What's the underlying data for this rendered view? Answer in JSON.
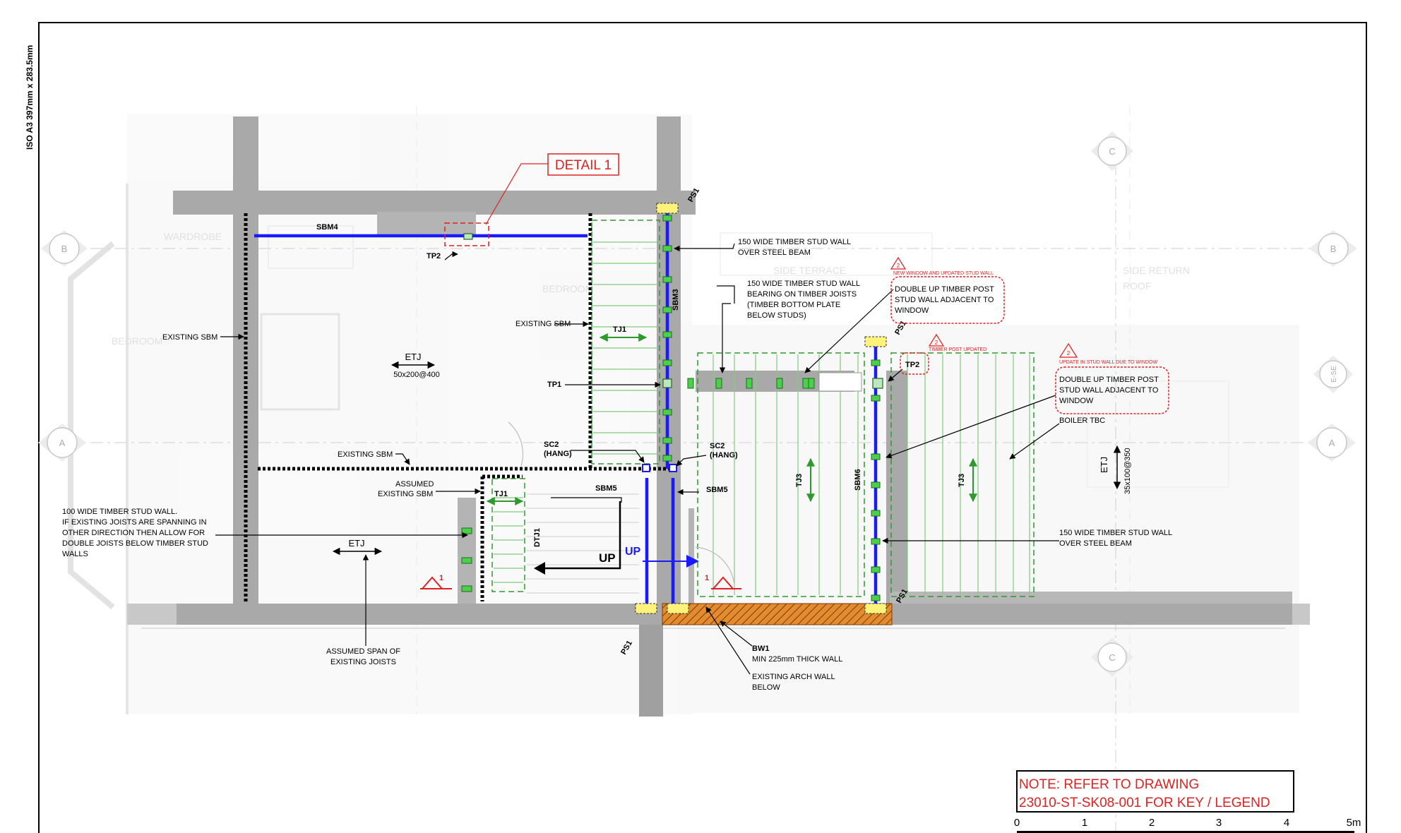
{
  "sheet": {
    "size_label": "ISO A3 397mm x 283.5mm"
  },
  "detail": {
    "label": "DETAIL 1"
  },
  "grids": {
    "a": "A",
    "b": "B",
    "c": "C",
    "e_se": "E-SE"
  },
  "faded_rooms": {
    "wardrobe": "WARDROBE",
    "bedroom_1": "BEDROOM",
    "bedroom_2": "BEDROOM",
    "side_terrace": "SIDE TERRACE",
    "side_return_roof_1": "SIDE RETURN",
    "side_return_roof_2": "ROOF"
  },
  "members": {
    "sbm3": "SBM3",
    "sbm4": "SBM4",
    "sbm5_left": "SBM5",
    "sbm5_right": "SBM5",
    "sbm6": "SBM6",
    "tj1_top": "TJ1",
    "tj1_stair": "TJ1",
    "dtj1": "DTJ1",
    "tj3_left": "TJ3",
    "tj3_right": "TJ3",
    "tp1": "TP1",
    "tp2_top": "TP2",
    "tp2_right": "TP2",
    "ps1_top": "PS1",
    "ps1_mid": "PS1",
    "ps1_bottom_left": "PS1",
    "ps1_bottom_right": "PS1",
    "etj_room": "ETJ",
    "etj_room_size": "50x200@400",
    "etj_lower": "ETJ",
    "etj_right": "ETJ",
    "etj_right_size": "35x100@350",
    "up_black": "UP",
    "up_blue": "UP",
    "section_mark_left": "1",
    "section_mark_right": "1"
  },
  "annotations": {
    "existing_sbm_left": "EXISTING SBM",
    "existing_sbm_mid": "EXISTING SBM",
    "existing_sbm_top": "EXISTING SBM",
    "tp1": "TP1",
    "sc2_left_1": "SC2",
    "sc2_left_2": "(HANG)",
    "sc2_right_1": "SC2",
    "sc2_right_2": "(HANG)",
    "assumed_sbm_1": "ASSUMED",
    "assumed_sbm_2": "EXISTING SBM",
    "stud_100_1": "100 WIDE TIMBER STUD WALL.",
    "stud_100_2": "IF EXISTING JOISTS ARE SPANNING IN",
    "stud_100_3": "OTHER DIRECTION THEN ALLOW FOR",
    "stud_100_4": "DOUBLE JOISTS BELOW TIMBER STUD",
    "stud_100_5": "WALLS",
    "assumed_span_1": "ASSUMED SPAN OF",
    "assumed_span_2": "EXISTING JOISTS",
    "stud_150_top_1": "150 WIDE TIMBER STUD WALL",
    "stud_150_top_2": "OVER STEEL BEAM",
    "stud_150_joists_1": "150 WIDE TIMBER STUD WALL",
    "stud_150_joists_2": "BEARING ON TIMBER JOISTS",
    "stud_150_joists_3": "(TIMBER BOTTOM PLATE",
    "stud_150_joists_4": "BELOW STUDS)",
    "rev_a_title": "NEW WINDOW AND UPDATED STUD WALL",
    "rev_a_1": "DOUBLE UP TIMBER POST",
    "rev_a_2": "STUD WALL ADJACENT TO",
    "rev_a_3": "WINDOW",
    "rev_b_title": "TIMBER POST UPDATED",
    "rev_c_title": "UPDATE IN STUD WALL DUE TO WINDOW",
    "rev_c_1": "DOUBLE UP TIMBER POST",
    "rev_c_2": "STUD WALL ADJACENT TO",
    "rev_c_3": "WINDOW",
    "rev_mark": "2",
    "boiler": "BOILER TBC",
    "stud_150_right_1": "150 WIDE TIMBER STUD WALL",
    "stud_150_right_2": "OVER STEEL BEAM",
    "bw1_1": "BW1",
    "bw1_2": "MIN 225mm THICK WALL",
    "arch_1": "EXISTING ARCH WALL",
    "arch_2": "BELOW"
  },
  "note": {
    "line1": "NOTE: REFER TO DRAWING",
    "line2": "23010-ST-SK08-001 FOR KEY / LEGEND"
  },
  "scale_bar": {
    "ticks": [
      "0",
      "1",
      "2",
      "3",
      "4",
      "5m"
    ]
  },
  "colors": {
    "steel_beam": "#1a1aff",
    "joist": "#2e9a2e",
    "revision": "#dd2222",
    "wall": "#a9a9a9",
    "brick_wall": "#d2691e"
  }
}
